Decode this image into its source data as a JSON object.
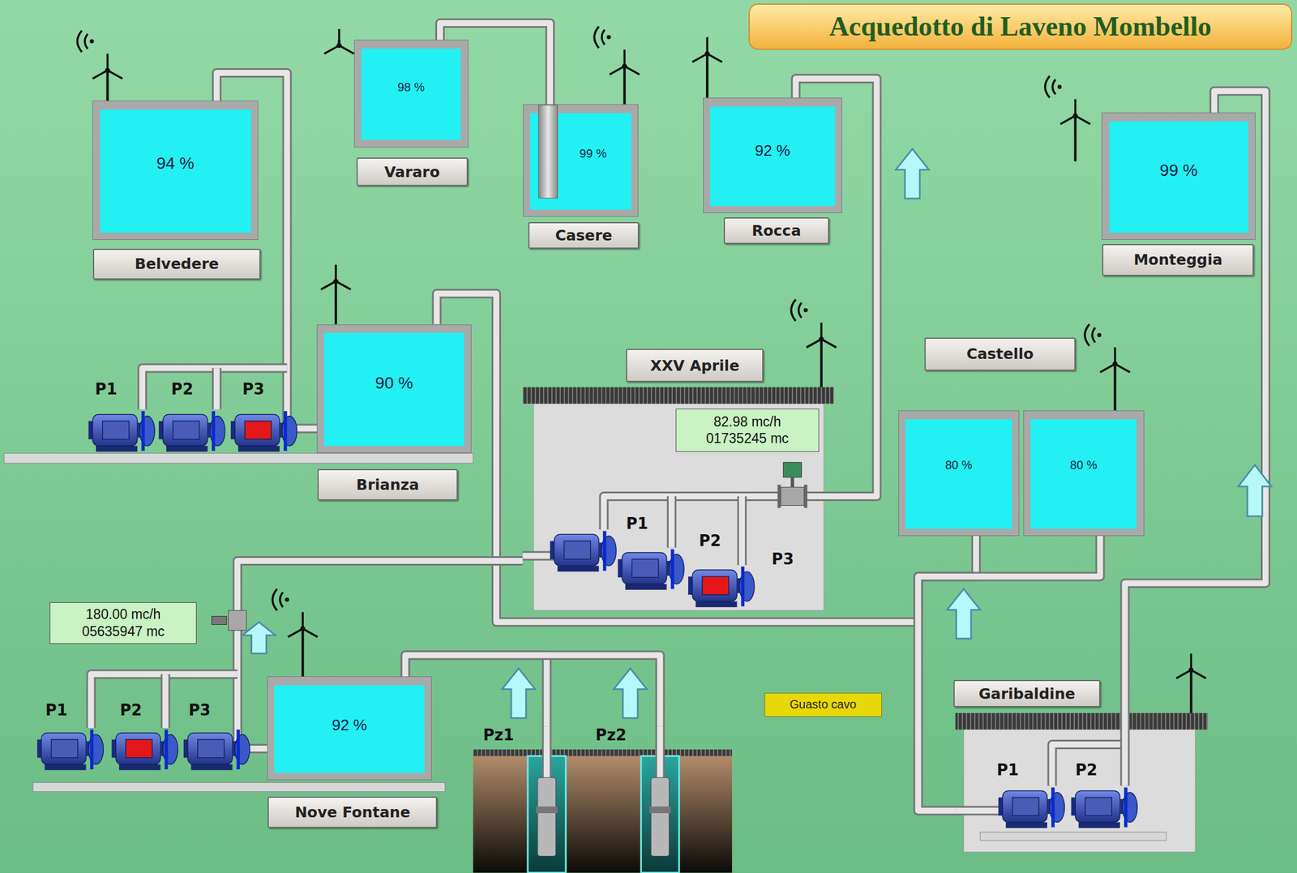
{
  "diagram": {
    "title": "Acquedotto di Laveno Mombello",
    "nodes": [
      {
        "text": [
          "94 %",
          "Belvedere"
        ]
      },
      {
        "text": [
          "98 %",
          "Vararo"
        ]
      },
      {
        "text": [
          "99 %",
          "Casere"
        ]
      },
      {
        "text": [
          "92 %",
          "Rocca"
        ]
      },
      {
        "text": [
          "99 %",
          "Monteggia"
        ]
      },
      {
        "text": [
          "90 %",
          "Brianza"
        ]
      },
      {
        "text": [
          "XXV Aprile"
        ]
      },
      {
        "text": [
          "82.98 mc/h",
          "01735245 mc"
        ],
        "in": 6
      },
      {
        "text": [
          "Castello"
        ]
      },
      {
        "text": [
          "80 %"
        ],
        "in": 8
      },
      {
        "text": [
          "80 %"
        ],
        "in": 8
      },
      {
        "text": [
          "180.00 mc/h",
          "05635947 mc"
        ]
      },
      {
        "text": [
          "92 %",
          "Nove Fontane"
        ]
      },
      {
        "text": [
          "Guasto cavo"
        ]
      },
      {
        "text": [
          "Garibaldine"
        ]
      },
      {
        "text": [
          "Pz1"
        ]
      },
      {
        "text": [
          "Pz2"
        ]
      }
    ],
    "edges": [
      {
        "from": 5,
        "to": 0,
        "arrow": "none"
      },
      {
        "from": 1,
        "to": 2,
        "arrow": "none"
      },
      {
        "from": 6,
        "to": 3,
        "arrow": "none"
      },
      {
        "from": 8,
        "to": 5,
        "arrow": "none"
      },
      {
        "from": 8,
        "to": 14,
        "arrow": "none"
      },
      {
        "from": 14,
        "to": 4,
        "arrow": "none"
      },
      {
        "from": 12,
        "to": 6,
        "arrow": "none"
      },
      {
        "from": 15,
        "to": 12,
        "arrow": "none"
      },
      {
        "from": 16,
        "to": 12,
        "arrow": "none"
      }
    ],
    "labels": [
      "P1",
      "P2",
      "P3",
      "P1",
      "P2",
      "P3",
      "P1",
      "P2",
      "P3",
      "P1",
      "P2"
    ]
  }
}
